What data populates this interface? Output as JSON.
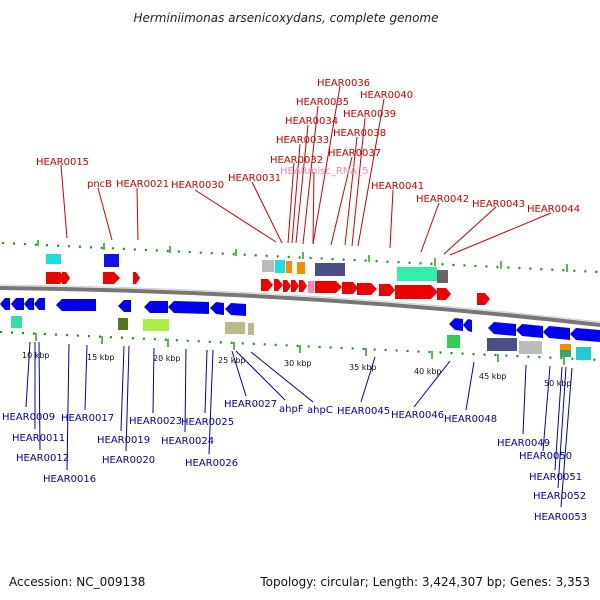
{
  "title": "Herminiimonas arsenicoxydans, complete genome",
  "footer": {
    "accession": "Accession: NC_009138",
    "topology": "Topology: circular; Length: 3,424,307 bp; Genes: 3,353"
  },
  "colors": {
    "forward_gene": "#ee0000",
    "reverse_gene": "#0000ee",
    "top_label": "#cc0000",
    "bottom_label": "#0000aa",
    "ticks": "#119911",
    "backbone": "#777777"
  },
  "kbp_ticks": [
    "10 kbp",
    "15 kbp",
    "20 kbp",
    "25 kbp",
    "30 kbp",
    "35 kbp",
    "40 kbp",
    "45 kbp",
    "50 kbp"
  ],
  "top_labels": [
    {
      "text": "HEAR0015"
    },
    {
      "text": "pncB"
    },
    {
      "text": "HEAR0021"
    },
    {
      "text": "HEAR0030"
    },
    {
      "text": "HEAR0031"
    },
    {
      "text": "HEAR0032"
    },
    {
      "text": "HEAR0033"
    },
    {
      "text": "HEAR0034"
    },
    {
      "text": "HEAR0035"
    },
    {
      "text": "HEAR0036"
    },
    {
      "text": "HEARmisc_RNA_5",
      "pink": true
    },
    {
      "text": "HEAR0037"
    },
    {
      "text": "HEAR0038"
    },
    {
      "text": "HEAR0039"
    },
    {
      "text": "HEAR0040"
    },
    {
      "text": "HEAR0041"
    },
    {
      "text": "HEAR0042"
    },
    {
      "text": "HEAR0043"
    },
    {
      "text": "HEAR0044"
    }
  ],
  "bottom_labels": [
    {
      "text": "HEAR0009"
    },
    {
      "text": "HEAR0011"
    },
    {
      "text": "HEAR0012"
    },
    {
      "text": "HEAR0016"
    },
    {
      "text": "HEAR0017"
    },
    {
      "text": "HEAR0019"
    },
    {
      "text": "HEAR0020"
    },
    {
      "text": "HEAR0023"
    },
    {
      "text": "HEAR0024"
    },
    {
      "text": "HEAR0025"
    },
    {
      "text": "HEAR0026"
    },
    {
      "text": "HEAR0027"
    },
    {
      "text": "ahpF"
    },
    {
      "text": "ahpC"
    },
    {
      "text": "HEAR0045"
    },
    {
      "text": "HEAR0046"
    },
    {
      "text": "HEAR0048"
    },
    {
      "text": "HEAR0049"
    },
    {
      "text": "HEAR0050"
    },
    {
      "text": "HEAR0051"
    },
    {
      "text": "HEAR0052"
    },
    {
      "text": "HEAR0053"
    }
  ]
}
